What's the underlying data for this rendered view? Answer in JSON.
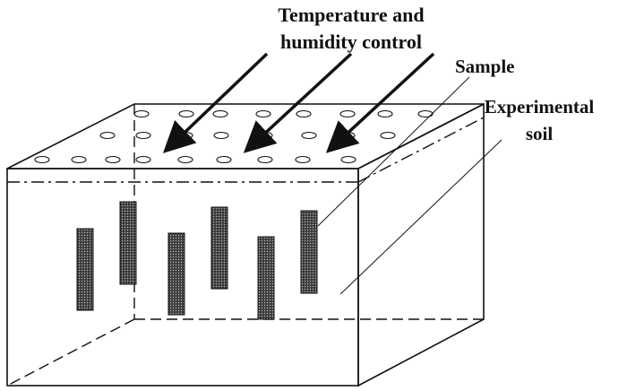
{
  "labels": {
    "control_line1": "Temperature and",
    "control_line2": "humidity control",
    "sample": "Sample",
    "soil_line1": "Experimental",
    "soil_line2": "soil"
  },
  "colors": {
    "line": "#111111",
    "sample_fill": "#333333",
    "background": "#ffffff"
  }
}
